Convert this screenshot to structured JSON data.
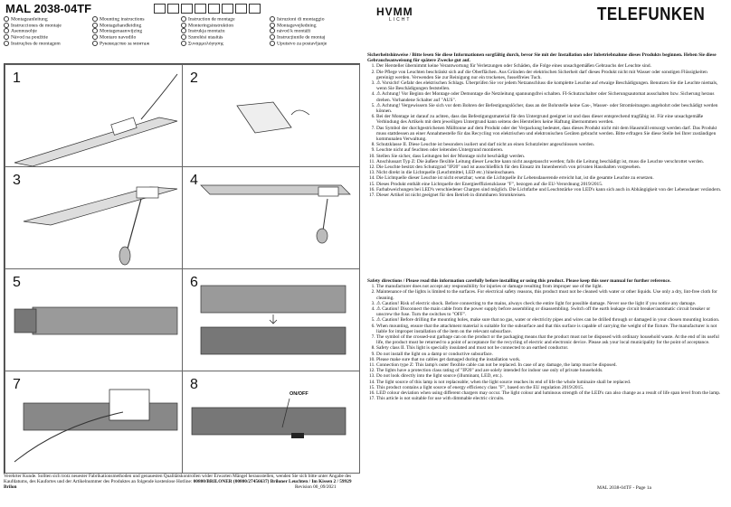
{
  "title": "MAL 2038-04TF",
  "languages": [
    "Montageanleitung",
    "Mounting instructions",
    "Instruction de montage",
    "Istruzioni di montaggio",
    "Instrucciones de montaje",
    "Montagehandleiding",
    "Monteringsinstruktion",
    "Montagevejledning",
    "Asennusohje",
    "Montagenaanwijzing",
    "Instrukja montażu",
    "návod k montáži",
    "Návod na použitie",
    "Montaro navodilo",
    "Szerelési utasítás",
    "Instrucțiunile de montaj",
    "Instruções de montagem",
    "Руководство за монтаж",
    "Συναρμολόγησης",
    "Uputstvo za postavljanje"
  ],
  "steps": [
    "1",
    "2",
    "3",
    "4",
    "5",
    "6",
    "7",
    "8"
  ],
  "switch_label": "ON/OFF",
  "brand_left": "HVMM",
  "brand_left_sub": "LICHT",
  "brand_right": "TELEFUNKEN",
  "german": {
    "header": "Sicherheitshinweise / Bitte lesen Sie diese Informationen sorgfältig durch, bevor Sie mit der Installation oder Inbetriebnahme dieses Produkts beginnen. Heben Sie diese Gebrauchsanweisung für spätere Zwecke gut auf.",
    "items": [
      "Der Hersteller übernimmt keine Verantwortung für Verletzungen oder Schäden, die Folge eines unsachgemäßen Gebrauchs der Leuchte sind.",
      "Die Pflege von Leuchten beschränkt sich auf die Oberflächen. Aus Gründen der elektrischen Sicherheit darf dieses Produkt nicht mit Wasser oder sonstigen Flüssigkeiten gereinigt werden. Verwenden Sie zur Reinigung nur ein trockenes, fusselfreies Tuch.",
      "Vorsicht! Gefahr des elektrischen Schlags. Überprüfen Sie vor jedem Netzanschluss die komplette Leuchte auf etwaige Beschädigungen. Benutzen Sie die Leuchte niemals, wenn Sie Beschädigungen feststellen.",
      "Achtung! Vor Beginn der Montage oder Demontage die Netzleitung spannungsfrei schalten. FI-Schutzschalter oder Sicherungsautomat ausschalten bzw. Sicherung heraus drehen. Vorhandene Schalter auf \"AUS\".",
      "Achtung! Vergewissern Sie sich vor dem Bohren der Befestigungslöcher, dass an der Bohrstelle keine Gas-, Wasser- oder Stromleitungen angebohrt oder beschädigt werden können.",
      "Bei der Montage ist darauf zu achten, dass das Befestigungsmaterial für den Untergrund geeignet ist und dass dieser entsprechend tragfähig ist. Für eine unsachgemäße Verbindung des Artikels mit dem jeweiligen Untergrund kann seitens des Herstellers keine Haftung übernommen werden.",
      "Das Symbol der durchgestrichenen Mülltonne auf dem Produkt oder der Verpackung bedeutet, dass dieses Produkt nicht mit dem Hausmüll entsorgt werden darf. Das Produkt muss stattdessen an einer Annahmestelle für das Recycling von elektrischen und elektronischen Geräten gebracht werden. Bitte erfragen Sie diese Stelle bei Ihrer zuständigen kommunalen Verwaltung.",
      "Schutzklasse II. Diese Leuchte ist besonders isoliert und darf nicht an einen Schutzleiter angeschlossen werden.",
      "Leuchte nicht auf feuchten oder leitenden Untergrund montieren.",
      "Stellen Sie sicher, dass Leitungen bei der Montage nicht beschädigt werden.",
      "Anschlussart Typ Z: Die äußere flexible Leitung dieser Leuchte kann nicht ausgetauscht werden; falls die Leitung beschädigt ist, muss die Leuchte verschrottet werden.",
      "Die Leuchte besitzt den Schutzgrad \"IP20\" und ist ausschließlich für den Einsatz im Innenbereich von privaten Haushalten vorgesehen.",
      "Nicht direkt in die Lichtquelle (Leuchtmittel, LED etc.) hineinschauen.",
      "Die Lichtquelle dieser Leuchte ist nicht ersetzbar; wenn die Lichtquelle ihr Lebensdauerende erreicht hat, ist die gesamte Leuchte zu ersetzen.",
      "Dieses Produkt enthält eine Lichtquelle der Energieeffizienzklasse \"F\", bezogen auf die EU-Verordnung 2019/2015.",
      "Farbabweichungen bei LED's verschiedener Chargen sind möglich. Die Lichtfarbe und Leuchtstärke von LED's kann sich auch in Abhängigkeit von der Lebensdauer verändern.",
      "Dieser Artikel ist nicht geeignet für den Betrieb in dimmbaren Stromkreisen."
    ]
  },
  "english": {
    "header": "Safety directions / Please read this information carefully before installing or using this product. Please keep this user manual for further reference.",
    "items": [
      "The manufacturer does not accept any responsibility for injuries or damage resulting from improper use of the light.",
      "Maintenance of the lights is limited to the surfaces. For electrical safety reasons, this product must not be cleaned with water or other liquids. Use only a dry, lint-free cloth for cleaning.",
      "Caution! Risk of electric shock. Before connecting to the mains, always check the entire light for possible damage. Never use the light if you notice any damage.",
      "Caution! Disconnect the main cable from the power supply before assembling or disassembling. Switch off the earth leakage circuit breaker/automatic circuit breaker or unscrew the fuse. Turn the switches to \"OFF\".",
      "Caution! Before drilling the mounting holes, make sure that no gas, water or electricity pipes and wires can be drilled through or damaged in your chosen mounting location.",
      "When mounting, ensure that the attachment material is suitable for the subsurface and that this surface is capable of carrying the weight of the fixture. The manufacturer is not liable for improper installation of the item on the relevant subsurface.",
      "The symbol of the crossed-out garbage can on the product or the packaging means that the product must not be disposed with ordinary household waste. At the end of its useful life, the product must be returned to a point of acceptance for the recycling of electric and electronic device. Please ask your local municipality for the point of acceptance.",
      "Safety class II. This light is specially insulated and must not be connected to an earthed conductor.",
      "Do not install the light on a damp or conductive subsurface.",
      "Please make sure that no cables get damaged during the installation work.",
      "Connection type Z: This lamp's outer flexible cable can not be replaced. In case of any damage, the lamp must be disposed.",
      "The lights have a protection class rating of \"IP20\" and are solely intended for indoor use only of private households.",
      "Do not look directly into the light source (illuminant, LED, etc.).",
      "The light source of this lamp is not replaceable; when the light source reaches its end of life the whole luminaire shall be replaced.",
      "This product contains a light source of energy efficiency class \"F\", based on the EU regulation 2019/2015.",
      "LED colour deviation when using different chargers may occur. The light colour and luminous strength of the LED's can also change as a result of life span level from the lamp.",
      "This article is not suitable for use with dimmable electric circuits."
    ]
  },
  "footer": {
    "text": "Verehrter Kunde. Sollten sich trotz neuester Fabrikationsmethoden und genauesten Qualitätskontrollen wider Erwarten Mängel herausstellen, wenden Sie sich bitte unter Angabe des Kaufdatums, des Kaufortes und der Artikelnummer des Produktes an folgende kostenlose Hotline:",
    "hotline": "00800/BRILONER (00800/27456637) Briloner Leuchten / Im Kissen 2 / 59929 Brilon",
    "revision": "Revision 00_09/2021"
  },
  "page_label": "MAL 2038-04TF - Page 1a"
}
